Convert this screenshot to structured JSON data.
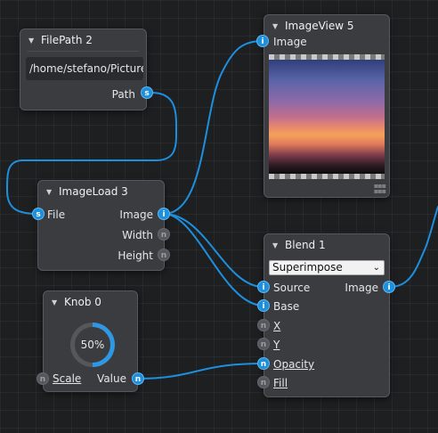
{
  "filepath": {
    "title": "FilePath 2",
    "path_value": "/home/stefano/Pictures/",
    "out_label": "Path",
    "out_port": "s"
  },
  "imageview": {
    "title": "ImageView 5",
    "in_label": "Image",
    "in_port": "i"
  },
  "imageload": {
    "title": "ImageLoad 3",
    "file_label": "File",
    "file_port": "s",
    "image_label": "Image",
    "image_port": "i",
    "width_label": "Width",
    "width_port": "n",
    "height_label": "Height",
    "height_port": "n"
  },
  "blend": {
    "title": "Blend 1",
    "mode_value": "Superimpose",
    "source_label": "Source",
    "source_port": "i",
    "output_label": "Image",
    "output_port": "i",
    "base_label": "Base",
    "base_port": "i",
    "x_label": "X",
    "x_port": "n",
    "y_label": "Y",
    "y_port": "n",
    "opacity_label": "Opacity",
    "opacity_port": "n",
    "fill_label": "Fill",
    "fill_port": "n"
  },
  "knob": {
    "title": "Knob 0",
    "value_text": "50%",
    "value_fraction": 0.5,
    "scale_label": "Scale",
    "scale_port": "n",
    "value_label": "Value",
    "value_port": "n"
  },
  "colors": {
    "wire": "#1e8fdc",
    "port_active": "#1e8fdc",
    "node_bg": "#3a3c40",
    "canvas_bg": "#1e1f21"
  }
}
